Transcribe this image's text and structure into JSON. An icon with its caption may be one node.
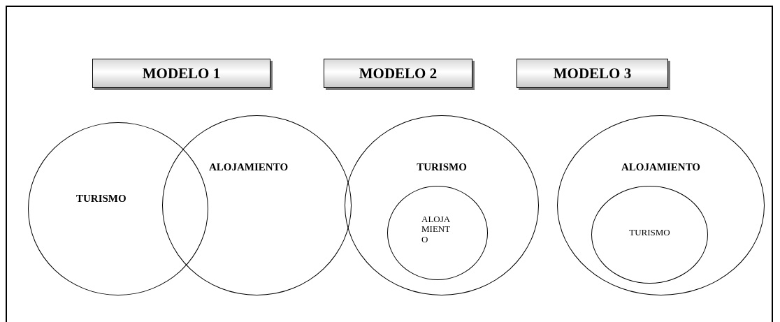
{
  "diagram": {
    "nodes": [
      {
        "text": [
          "MODELO 1"
        ]
      },
      {
        "text": [
          "MODELO 2"
        ]
      },
      {
        "text": [
          "MODELO 3"
        ]
      },
      {
        "text": [
          "TURISMO"
        ]
      },
      {
        "text": [
          "ALOJAMIENTO"
        ]
      },
      {
        "text": [
          "TURISMO"
        ]
      },
      {
        "text": [
          "ALOJAMIENTO"
        ],
        "in": 5
      },
      {
        "text": [
          "ALOJAMIENTO"
        ]
      },
      {
        "text": [
          "TURISMO"
        ],
        "in": 7
      }
    ]
  }
}
